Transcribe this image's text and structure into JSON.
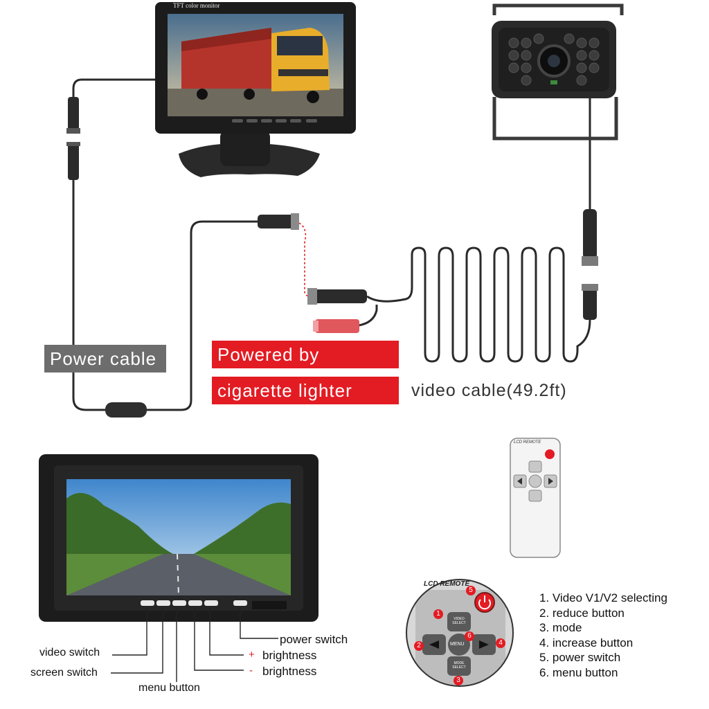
{
  "monitor_top": {
    "screen_caption": "TFT color monitor"
  },
  "labels": {
    "power_cable": "Power cable",
    "powered_by_line1": "Powered by",
    "powered_by_line2": "cigarette lighter",
    "video_cable": "video cable(49.2ft)"
  },
  "remote": {
    "title": "LCD REMOTE"
  },
  "monitor_bottom": {
    "callouts": {
      "video_switch": "video switch",
      "screen_switch": "screen switch",
      "menu_button": "menu button",
      "power_switch": "power switch",
      "brightness_plus_sign": "+",
      "brightness_plus": "brightness",
      "brightness_minus_sign": "-",
      "brightness_minus": "brightness"
    }
  },
  "remote_closeup": {
    "title": "LCD REMOTE",
    "markers": [
      "1",
      "2",
      "3",
      "4",
      "5",
      "6"
    ],
    "buttons": {
      "top": "VIDEO SELECT",
      "center": "MENU",
      "bottom": "MODE SELECT"
    }
  },
  "legend": {
    "items": [
      "1. Video V1/V2 selecting",
      "2. reduce button",
      "3. mode",
      "4. increase button",
      "5. power switch",
      "6. menu  button"
    ]
  },
  "colors": {
    "accent_red": "#e31b23",
    "label_gray": "#6d6d6d",
    "cable": "#2a2a2a",
    "bezel": "#1c1c1c"
  }
}
